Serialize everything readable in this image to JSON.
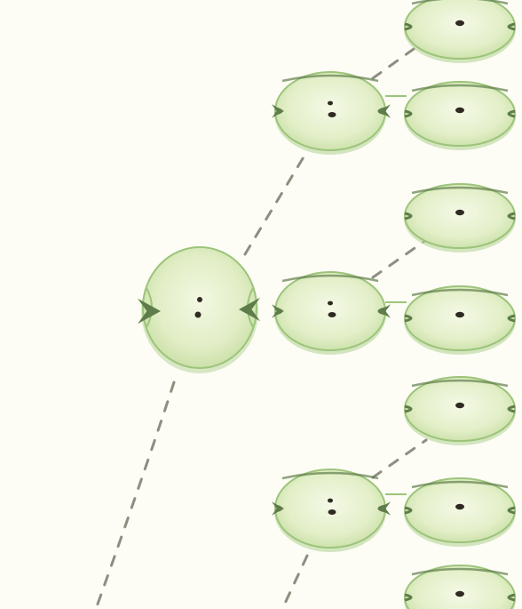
{
  "diagram": {
    "kind": "cell-division lineage",
    "text_labels": [],
    "colors": {
      "background": "#fdfcf5",
      "cell_fill_light": "#eef6d8",
      "cell_fill_mid": "#d9eab8",
      "cell_outline": "#9cc47a",
      "cell_shadow": "#b8d699",
      "nucleus": "#2f2a22",
      "arrow": "#5f7d4a",
      "dash_line": "#8e8e80"
    },
    "generations": [
      {
        "level": 1,
        "cell_count": 1,
        "nuclei_per_cell": 2,
        "shape": "round"
      },
      {
        "level": 2,
        "cell_count": 3,
        "nuclei_per_cell": 2,
        "shape": "disc"
      },
      {
        "level": 3,
        "cell_count": 7,
        "nuclei_per_cell": 1,
        "shape": "disc"
      }
    ]
  }
}
